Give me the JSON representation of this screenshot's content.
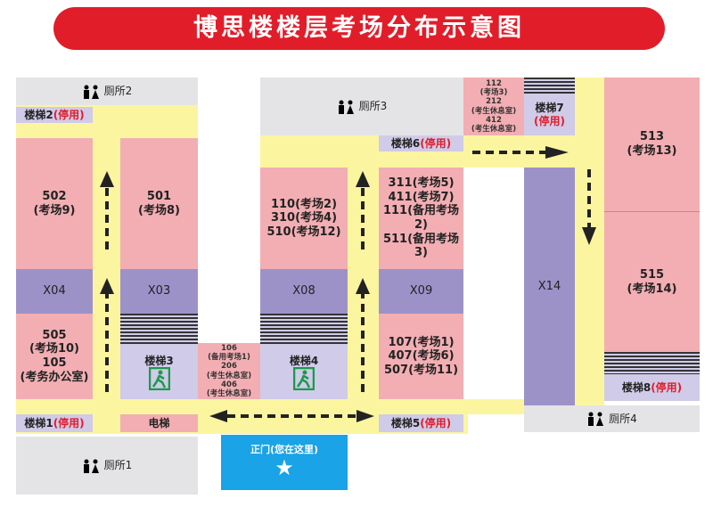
{
  "title": "博思楼楼层考场分布示意图",
  "toilets": {
    "t1": "厕所1",
    "t2": "厕所2",
    "t3": "厕所3",
    "t4": "厕所4"
  },
  "stairs": {
    "s1": {
      "name": "楼梯1",
      "status": "(停用)"
    },
    "s2": {
      "name": "楼梯2",
      "status": "(停用)"
    },
    "s3": {
      "name": "楼梯3"
    },
    "s4": {
      "name": "楼梯4"
    },
    "s5": {
      "name": "楼梯5",
      "status": "(停用)"
    },
    "s6": {
      "name": "楼梯6",
      "status": "(停用)"
    },
    "s7": {
      "name": "楼梯7",
      "status": "(停用)"
    },
    "s8": {
      "name": "楼梯8",
      "status": "(停用)"
    }
  },
  "elevator": "电梯",
  "rooms": {
    "r502": [
      "502",
      "(考场9)"
    ],
    "r501": [
      "501",
      "(考场8)"
    ],
    "r505": [
      "505",
      "(考场10)",
      "105",
      "(考务办公室)"
    ],
    "x04": "X04",
    "x03": "X03",
    "x08": "X08",
    "x09": "X09",
    "x14": "X14",
    "r110": [
      "110(考场2)",
      "310(考场4)",
      "510(考场12)"
    ],
    "r311": [
      "311(考场5)",
      "411(考场7)",
      "111(备用考场2)",
      "511(备用考场3)"
    ],
    "r107": [
      "107(考场1)",
      "407(考场6)",
      "507(考场11)"
    ],
    "r106": [
      "106",
      "(备用考场1)",
      "206",
      "(考生休息室)",
      "406",
      "(考生休息室)"
    ],
    "r112": [
      "112",
      "(考场3)",
      "212",
      "(考生休息室)",
      "412",
      "(考生休息室)"
    ],
    "r513": [
      "513",
      "(考场13)"
    ],
    "r515": [
      "515",
      "(考场14)"
    ]
  },
  "entrance": {
    "label": "正门(您在这里)",
    "icon": "star-icon"
  },
  "colors": {
    "banner": "#e11d2a",
    "room": "#f2aeb3",
    "corridor": "#fcf5a0",
    "classroom": "#9d92c8",
    "stairs": "#cfcbe8",
    "entrance": "#1aa3e6"
  }
}
